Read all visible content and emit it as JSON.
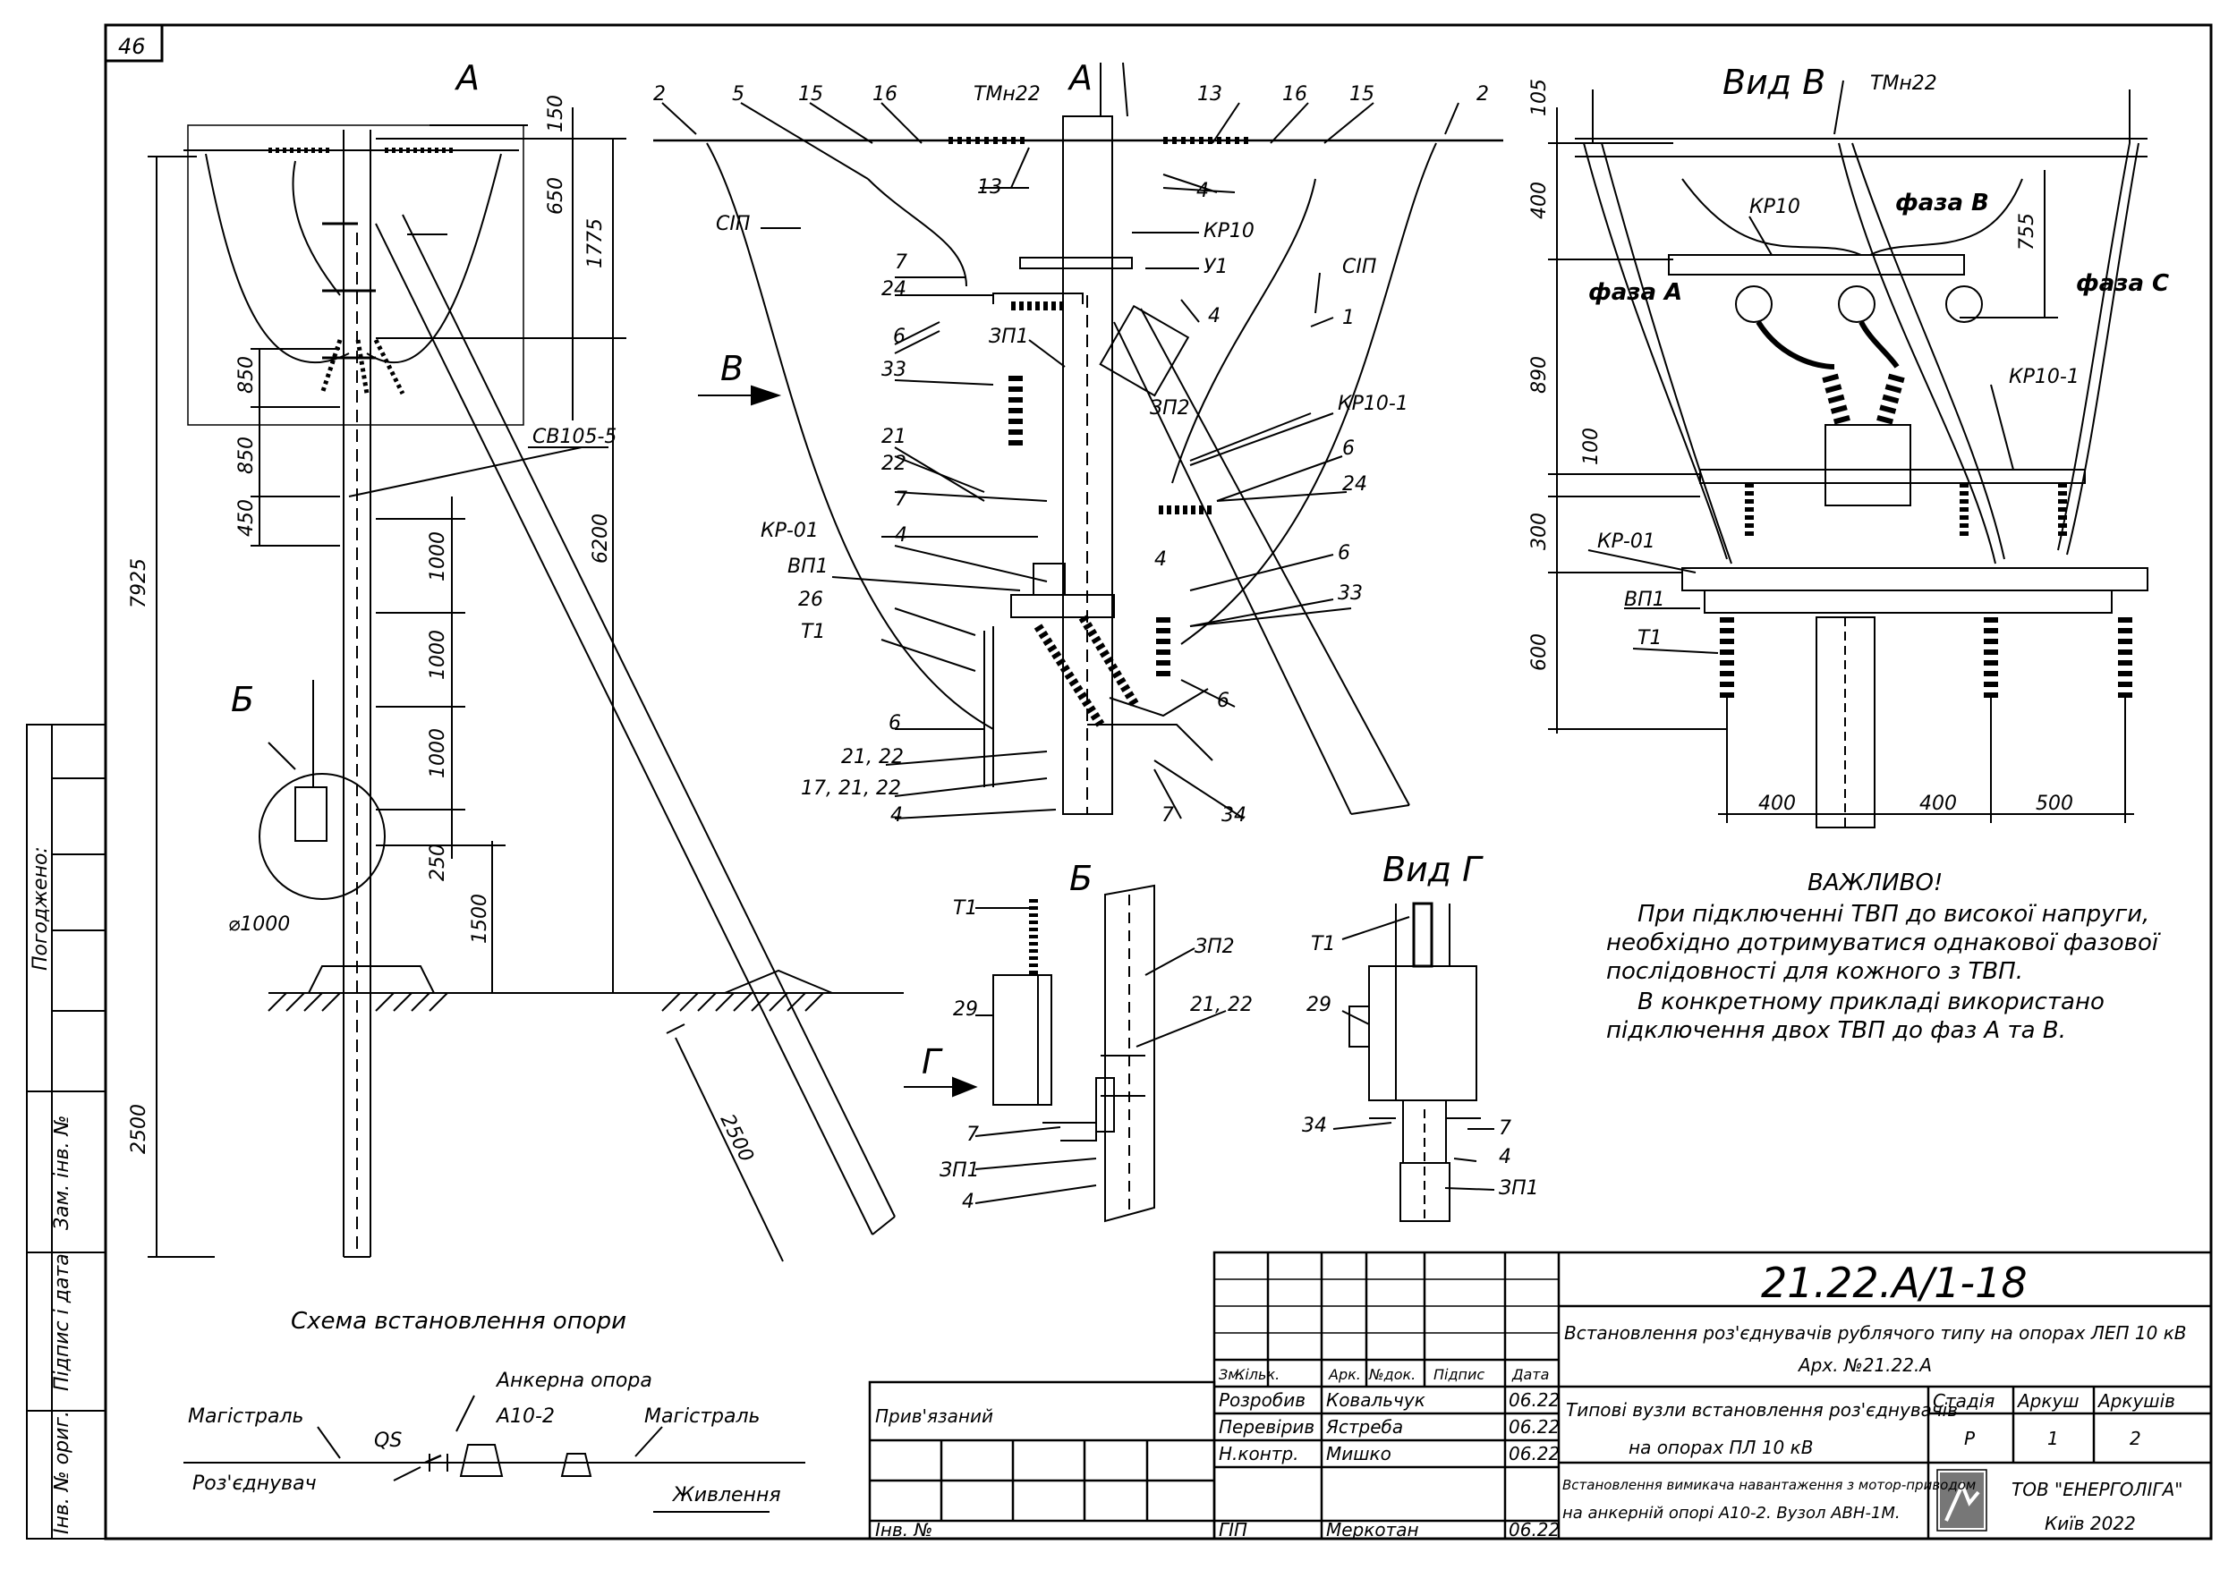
{
  "sheet": {
    "page_number": "46",
    "side_labels": [
      "Погоджено:",
      "Зам. інв. №",
      "Підпис і дата",
      "Інв. № ориг."
    ]
  },
  "views": {
    "view_a_left": "А",
    "view_a_main": "А",
    "view_b": "Вид В",
    "view_g": "Вид Г",
    "detail_b": "Б",
    "detail_b_main": "Б",
    "arrow_v": "В",
    "arrow_g": "Г"
  },
  "left_drawing": {
    "dims": [
      "150",
      "650",
      "1775",
      "850",
      "850",
      "450",
      "7925",
      "6200",
      "1000",
      "1000",
      "1000",
      "250",
      "1500",
      "2500",
      "2500"
    ],
    "diameter": "⌀1000",
    "cv_label": "СВ105-5",
    "caption": "Схема встановлення опори"
  },
  "view_a_labels": [
    "2",
    "5",
    "15",
    "16",
    "ТМн22",
    "13",
    "16",
    "15",
    "2",
    "13",
    "4",
    "СІП",
    "КР10",
    "У1",
    "СІП",
    "7",
    "24",
    "4",
    "6",
    "ЗП1",
    "1",
    "33",
    "ЗП2",
    "КР10-1",
    "21",
    "6",
    "22",
    "24",
    "7",
    "КР-01",
    "4",
    "4",
    "6",
    "ВП1",
    "33",
    "26",
    "Т1",
    "6",
    "6",
    "21, 22",
    "17, 21, 22",
    "4",
    "7",
    "34"
  ],
  "view_v": {
    "dims": [
      "105",
      "400",
      "755",
      "890",
      "100",
      "300",
      "600",
      "400",
      "400",
      "500"
    ],
    "labels": [
      "ТМн22",
      "КР10",
      "фаза В",
      "фаза А",
      "фаза С",
      "КР10-1",
      "КР-01",
      "ВП1",
      "Т1"
    ]
  },
  "detail_b_labels": [
    "Т1",
    "ЗП2",
    "29",
    "21, 22",
    "7",
    "ЗП1",
    "4"
  ],
  "view_g_labels": [
    "Т1",
    "29",
    "34",
    "7",
    "4",
    "ЗП1"
  ],
  "note": {
    "title": "ВАЖЛИВО!",
    "lines": [
      "При підключенні ТВП до високої напруги,",
      "необхідно дотримуватися однакової фазової",
      "послідовності для кожного з ТВП.",
      "В конкретному прикладі використано",
      "підключення двох ТВП до фаз А та В."
    ]
  },
  "scheme": {
    "anchor": "Анкерна опора",
    "a10": "А10-2",
    "main_left": "Магістраль",
    "main_right": "Магістраль",
    "qs": "QS",
    "switch": "Роз'єднувач",
    "power": "Живлення"
  },
  "title_block": {
    "code": "21.22.А/1-18",
    "title1": "Встановлення роз'єднувачів рублячого типу на опорах ЛЕП 10 кВ",
    "arch": "Арх. №21.22.А",
    "title2a": "Типові вузли встановлення роз'єднувачів",
    "title2b": "на опорах ПЛ 10 кВ",
    "title3a": "Встановлення вимикача навантаження з мотор-приводом",
    "title3b": "на анкерній опорі А10-2. Вузол АВН-1М.",
    "linked": "Прив'язаний",
    "inv": "Інв. №",
    "headers": [
      "Зм.",
      "Кільк.",
      "Арк.",
      "№док.",
      "Підпис",
      "Дата"
    ],
    "rows": [
      {
        "role": "Розробив",
        "name": "Ковальчук",
        "date": "06.22"
      },
      {
        "role": "Перевірив",
        "name": "Ястреба",
        "date": "06.22"
      },
      {
        "role": "Н.контр.",
        "name": "Мишко",
        "date": "06.22"
      },
      {
        "role": "ГІП",
        "name": "Меркотан",
        "date": "06.22"
      }
    ],
    "stage_h": "Стадія",
    "sheet_h": "Аркуш",
    "sheets_h": "Аркушів",
    "stage": "Р",
    "sheet": "1",
    "sheets": "2",
    "company": "ТОВ \"ЕНЕРГОЛІГА\"",
    "city": "Київ 2022"
  }
}
